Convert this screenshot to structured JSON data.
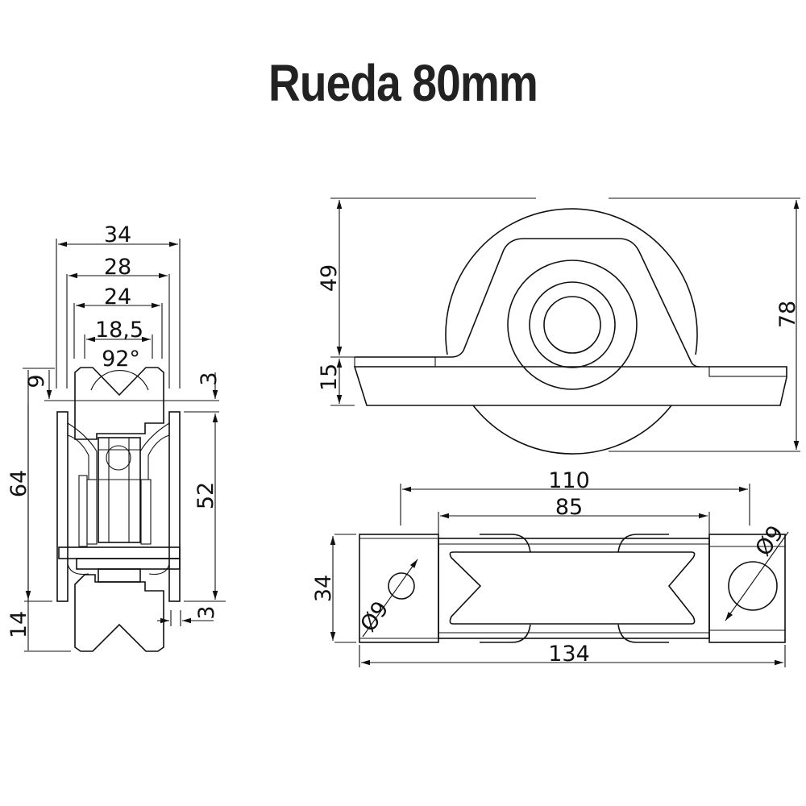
{
  "title": "Rueda 80mm",
  "colors": {
    "line": "#111111",
    "title": "#222222",
    "background": "#ffffff"
  },
  "section_view": {
    "dimensions": {
      "width_34": "34",
      "width_28": "28",
      "width_24": "24",
      "width_18_5": "18,5",
      "angle": "92°",
      "depth_9": "9",
      "offset_3_top": "3",
      "height_64": "64",
      "height_52": "52",
      "height_14": "14",
      "offset_3_bottom": "3"
    }
  },
  "front_view": {
    "dimensions": {
      "height_49": "49",
      "height_15": "15",
      "height_78": "78"
    }
  },
  "top_view": {
    "dimensions": {
      "length_110": "110",
      "length_85": "85",
      "length_134": "134",
      "width_34": "34",
      "hole_left": "Ø9",
      "hole_right": "Ø9"
    }
  }
}
